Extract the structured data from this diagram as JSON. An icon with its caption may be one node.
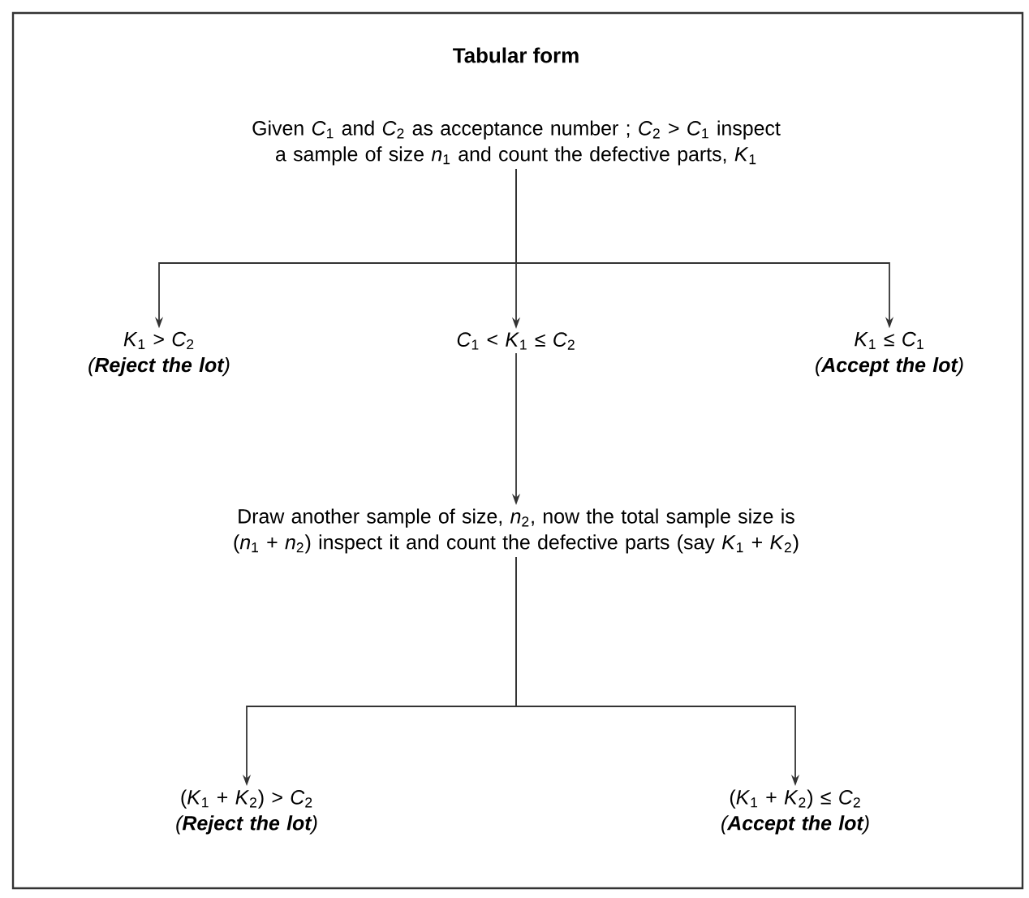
{
  "diagram": {
    "title": "Tabular form",
    "nodes": [
      {
        "text": [
          "Given *C*$_{1}$ and *C*$_{2}$ as acceptance number ; *C*$_{2}$ > *C*$_{1}$ inspect a sample of size *n*$_{1}$ and count the defective parts, *K*$_{1}$"
        ]
      },
      {
        "text": [
          "*K*$_{1}$ > *C*$_{2}$",
          "(**Reject the lot**)"
        ]
      },
      {
        "text": [
          "*C*$_{1}$ < *K*$_{1}$ ≤ *C*$_{2}$"
        ]
      },
      {
        "text": [
          "*K*$_{1}$ ≤ *C*$_{1}$",
          "(**Accept the lot**)"
        ]
      },
      {
        "text": [
          "Draw another sample of size, *n*$_{2}$, now the total sample size is (*n*$_{1}$ + *n*$_{2}$) inspect it and count the defective parts (say *K*$_{1}$ + *K*$_{2}$)"
        ]
      },
      {
        "text": [
          "(*K*$_{1}$ + *K*$_{2}$) > *C*$_{2}$",
          "(**Reject the lot**)"
        ]
      },
      {
        "text": [
          "(*K*$_{1}$ + *K*$_{2}$) ≤ *C*$_{2}$",
          "(**Accept the lot**)"
        ]
      }
    ],
    "edges": [
      {
        "from": 0,
        "to": 1,
        "arrow": "to"
      },
      {
        "from": 0,
        "to": 2,
        "arrow": "to"
      },
      {
        "from": 0,
        "to": 3,
        "arrow": "to"
      },
      {
        "from": 2,
        "to": 4,
        "arrow": "to"
      },
      {
        "from": 4,
        "to": 5,
        "arrow": "to"
      },
      {
        "from": 4,
        "to": 6,
        "arrow": "to"
      }
    ]
  }
}
